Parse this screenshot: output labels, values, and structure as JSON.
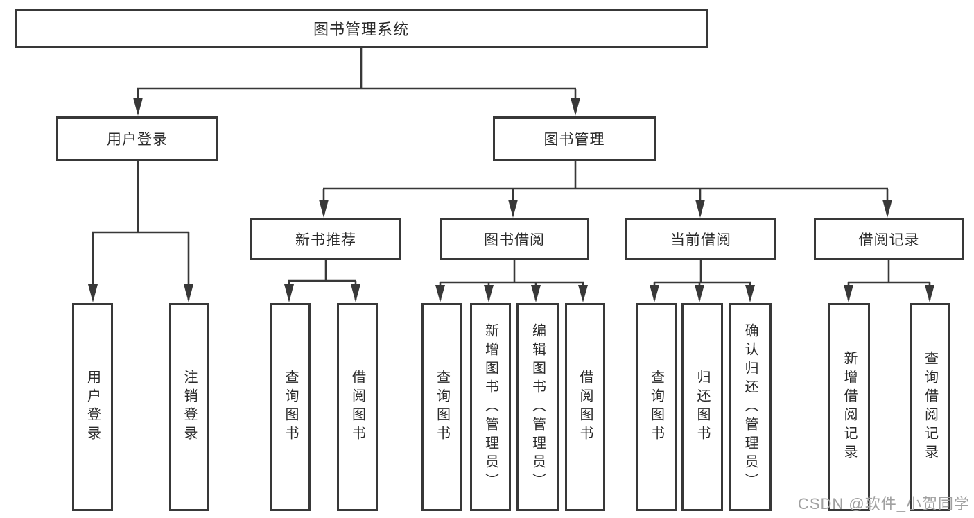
{
  "diagram": {
    "root_label": "图书管理系统",
    "branches": [
      {
        "label": "用户登录",
        "children": [
          {
            "label": "用户登录"
          },
          {
            "label": "注销登录"
          }
        ]
      },
      {
        "label": "图书管理",
        "children": [
          {
            "label": "新书推荐",
            "children": [
              {
                "label": "查询图书"
              },
              {
                "label": "借阅图书"
              }
            ]
          },
          {
            "label": "图书借阅",
            "children": [
              {
                "label": "查询图书"
              },
              {
                "label": "新增图书（管理员）"
              },
              {
                "label": "编辑图书（管理员）"
              },
              {
                "label": "借阅图书"
              }
            ]
          },
          {
            "label": "当前借阅",
            "children": [
              {
                "label": "查询图书"
              },
              {
                "label": "归还图书"
              },
              {
                "label": "确认归还（管理员）"
              }
            ]
          },
          {
            "label": "借阅记录",
            "children": [
              {
                "label": "新增借阅记录"
              },
              {
                "label": "查询借阅记录"
              }
            ]
          }
        ]
      }
    ]
  },
  "watermark": {
    "text": "CSDN @软件_小贺同学"
  },
  "colors": {
    "line": "#383838",
    "text": "#2a2a2a",
    "watermark": "#a0a0a0",
    "background": "#ffffff"
  }
}
